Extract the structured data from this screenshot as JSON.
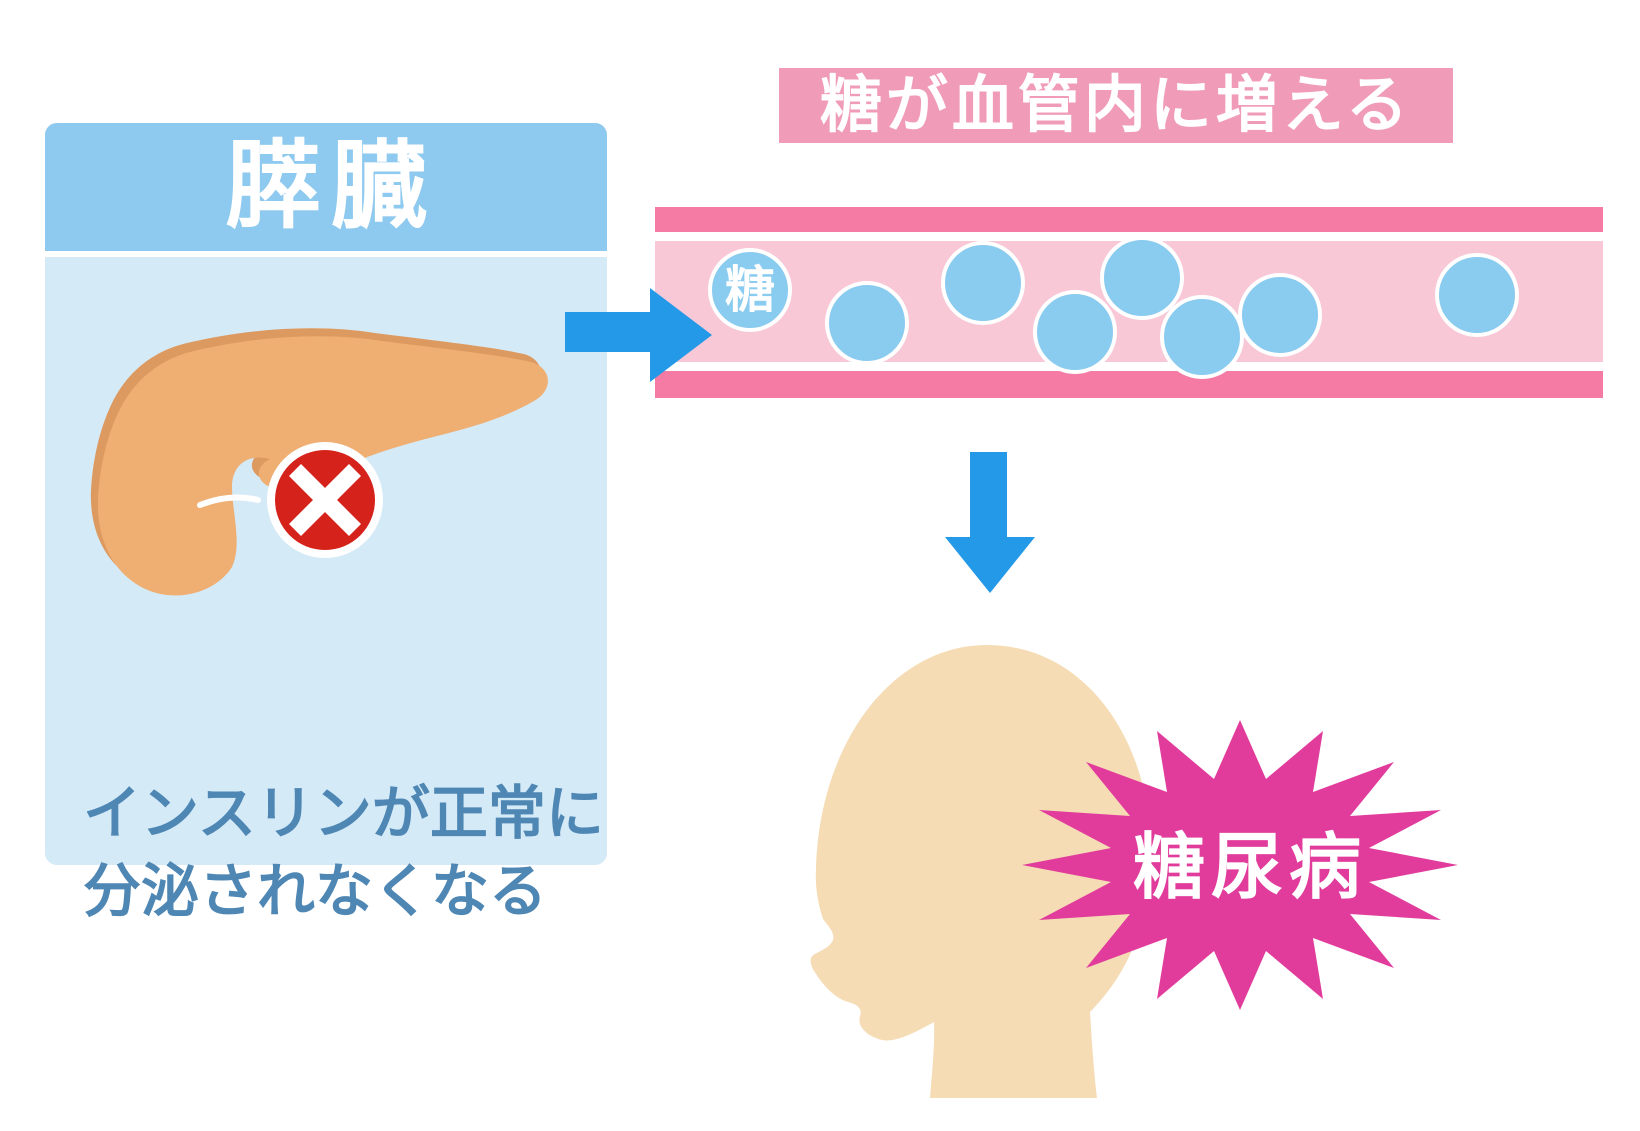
{
  "pancreas_panel": {
    "title": "膵臓",
    "caption_line1": "インスリンが正常に",
    "caption_line2": "分泌されなくなる"
  },
  "vessel_section": {
    "headline": "糖が血管内に増える",
    "sugar_label": "糖",
    "sugar_circle_count": 8
  },
  "outcome": {
    "label": "糖尿病"
  },
  "icons": {
    "error": "error-x-icon",
    "flow_right": "flow-arrow-right-icon",
    "flow_down": "flow-arrow-down-icon"
  },
  "colors": {
    "panel_header_blue": "#8ec9ef",
    "panel_body_blue": "#d5eaf7",
    "caption_text_blue": "#4e86b4",
    "banner_pink": "#f09cb8",
    "vessel_wall_pink": "#f57ba4",
    "vessel_blood_pink": "#f9c8d7",
    "sugar_blue": "#8acbf0",
    "arrow_blue": "#2499e8",
    "pancreas_tan": "#efae72",
    "pancreas_shadow": "#dd9a60",
    "error_red": "#d5231c",
    "starburst_magenta": "#e13c9c",
    "skin_beige": "#f5dcb5"
  }
}
